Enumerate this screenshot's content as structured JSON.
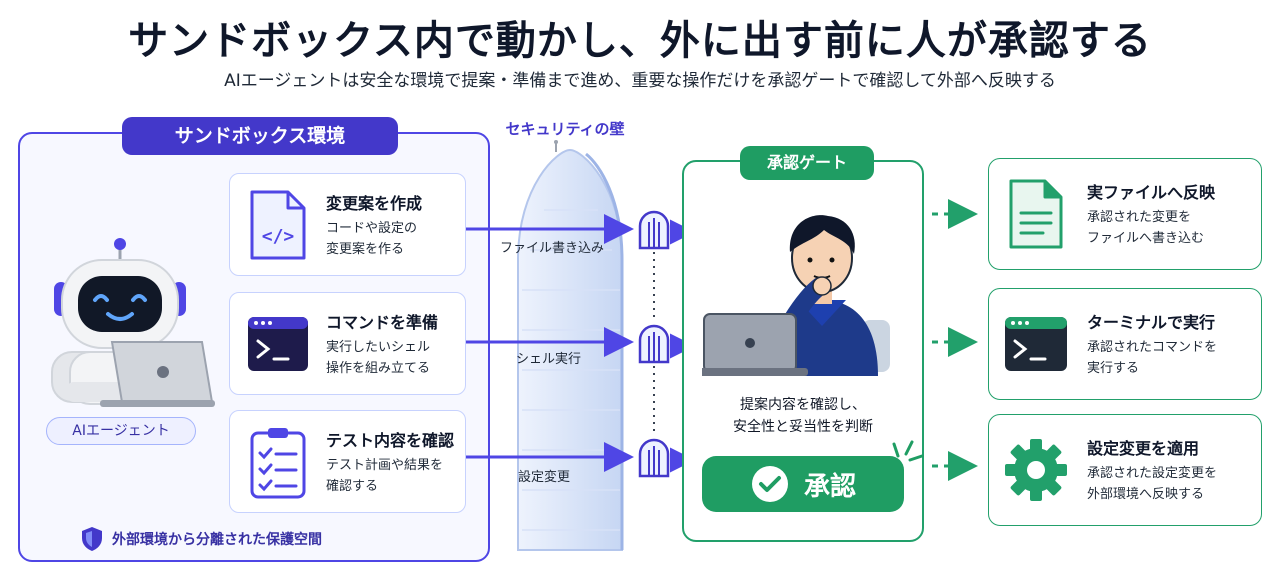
{
  "header": {
    "title": "サンドボックス内で動かし、外に出す前に人が承認する",
    "subtitle": "AIエージェントは安全な環境で提案・準備まで進め、重要な操作だけを承認ゲートで確認して外部へ反映する"
  },
  "sandbox": {
    "label": "サンドボックス環境",
    "agent_label": "AIエージェント",
    "isolation_note": "外部環境から分離された保護空間",
    "cards": [
      {
        "title": "変更案を作成",
        "desc": "コードや設定の\n変更案を作る",
        "icon": "code-file-icon"
      },
      {
        "title": "コマンドを準備",
        "desc": "実行したいシェル\n操作を組み立てる",
        "icon": "terminal-icon"
      },
      {
        "title": "テスト内容を確認",
        "desc": "テスト計画や結果を\n確認する",
        "icon": "checklist-icon"
      }
    ]
  },
  "wall": {
    "label": "セキュリティの壁",
    "flows": [
      "ファイル書き込み",
      "シェル実行",
      "設定変更"
    ]
  },
  "gate": {
    "label": "承認ゲート",
    "desc": "提案内容を確認し、\n安全性と妥当性を判断",
    "approve_label": "承認"
  },
  "outputs": [
    {
      "title": "実ファイルへ反映",
      "desc": "承認された変更を\nファイルへ書き込む",
      "icon": "document-icon"
    },
    {
      "title": "ターミナルで実行",
      "desc": "承認されたコマンドを\n実行する",
      "icon": "terminal-icon"
    },
    {
      "title": "設定変更を適用",
      "desc": "承認された設定変更を\n外部環境へ反映する",
      "icon": "gear-icon"
    }
  ],
  "colors": {
    "sandbox_accent": "#4338ca",
    "gate_accent": "#1f9d63",
    "wall": "#c7d7f5"
  }
}
